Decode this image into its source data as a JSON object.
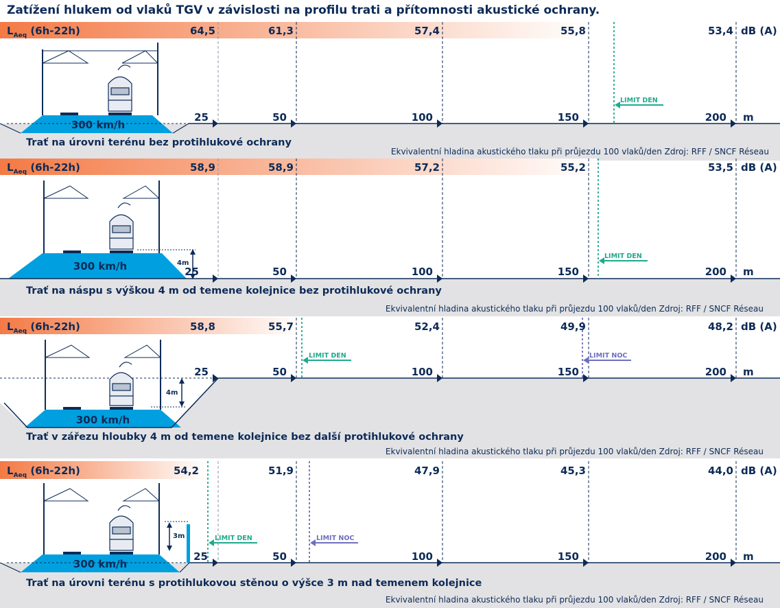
{
  "title": "Zatížení hlukem od vlaků TGV v závislosti na profilu trati a přítomnosti akustické ochrany.",
  "laeq_main": "L",
  "laeq_sub": "Aeq",
  "laeq_period": "(6h-22h)",
  "level_unit": "dB (A)",
  "distance_unit": "m",
  "speed": "300 km/h",
  "limit_day": "LIMIT DEN",
  "limit_night": "LIMIT NOC",
  "source": "Ekvivalentní hladina akustického tlaku při průjezdu 100 vlaků/den Zdroj: RFF / SNCF Réseau",
  "colors": {
    "navy": "#0d2b57",
    "gradient_start": "#f47a45",
    "ground": "#e2e2e4",
    "embankment": "#00a0e0",
    "limit_day": "#20a98e",
    "limit_night": "#6e6ec0"
  },
  "panels": [
    {
      "caption": "Trať na úrovni terénu bez protihlukové ochrany",
      "distances": [
        "25",
        "50",
        "100",
        "150",
        "200"
      ],
      "levels": [
        "64,5",
        "61,3",
        "57,4",
        "55,8",
        "53,4"
      ],
      "height_label": ""
    },
    {
      "caption": "Trať na náspu s výškou 4 m od temene kolejnice bez protihlukové ochrany",
      "distances": [
        "25",
        "50",
        "100",
        "150",
        "200"
      ],
      "levels": [
        "58,9",
        "58,9",
        "57,2",
        "55,2",
        "53,5"
      ],
      "height_label": "4m"
    },
    {
      "caption": "Trať v zářezu hloubky 4 m od temene kolejnice bez další protihlukové ochrany",
      "distances": [
        "25",
        "50",
        "100",
        "150",
        "200"
      ],
      "levels": [
        "58,8",
        "55,7",
        "52,4",
        "49,9",
        "48,2"
      ],
      "height_label": "4m"
    },
    {
      "caption": "Trať na úrovni terénu s protihlukovou stěnou o výšce 3 m nad temenem kolejnice",
      "distances": [
        "25",
        "50",
        "100",
        "150",
        "200"
      ],
      "levels": [
        "54,2",
        "51,9",
        "47,9",
        "45,3",
        "44,0"
      ],
      "height_label": "3m"
    }
  ]
}
